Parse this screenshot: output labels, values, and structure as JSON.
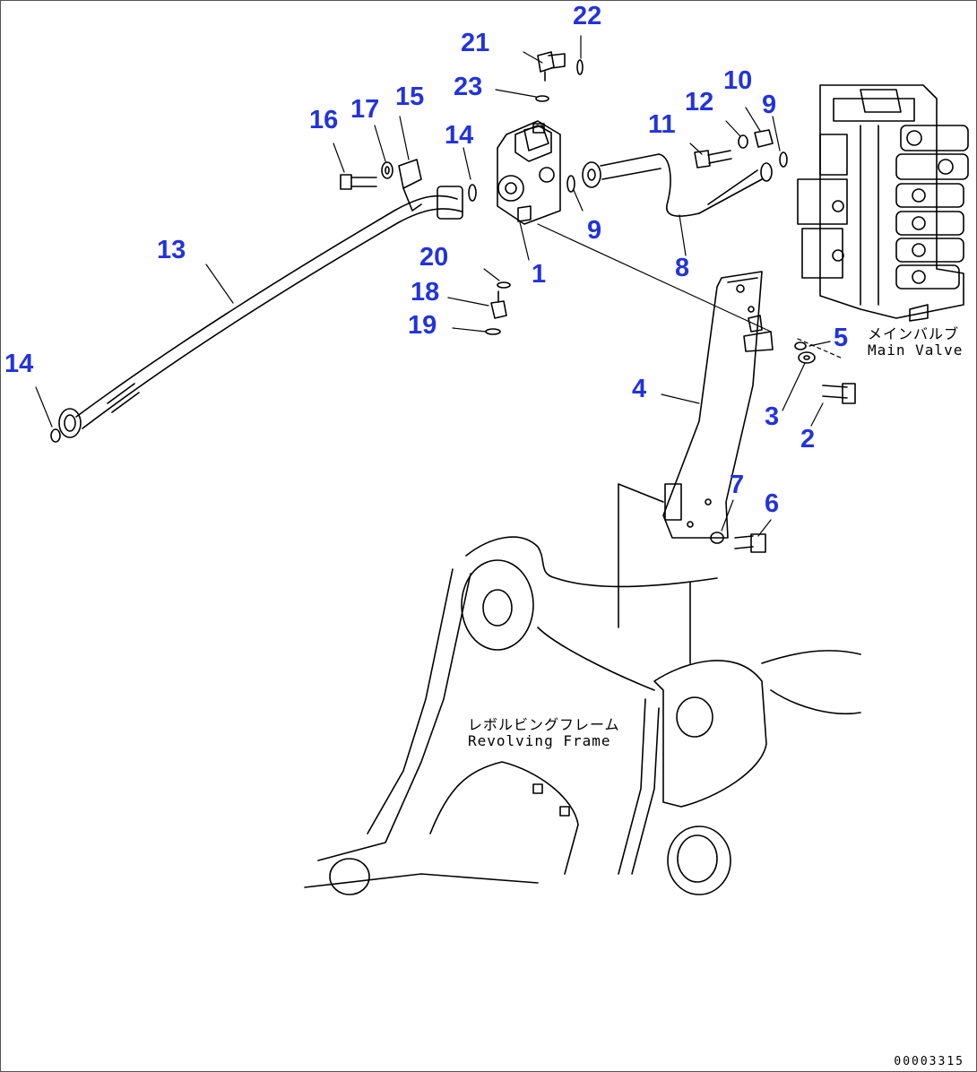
{
  "callouts": [
    "1",
    "2",
    "3",
    "4",
    "5",
    "6",
    "7",
    "8",
    "9",
    "9",
    "10",
    "11",
    "12",
    "13",
    "14",
    "14",
    "15",
    "16",
    "17",
    "18",
    "19",
    "20",
    "21",
    "22",
    "23"
  ],
  "labels": {
    "main_valve_jp": "メインバルブ",
    "main_valve_en": "Main Valve",
    "frame_jp": "レボルビングフレーム",
    "frame_en": "Revolving Frame"
  },
  "drawing_number": "00003315",
  "colors": {
    "callout": "#2233dd",
    "line": "#000000",
    "background": "#ffffff"
  }
}
